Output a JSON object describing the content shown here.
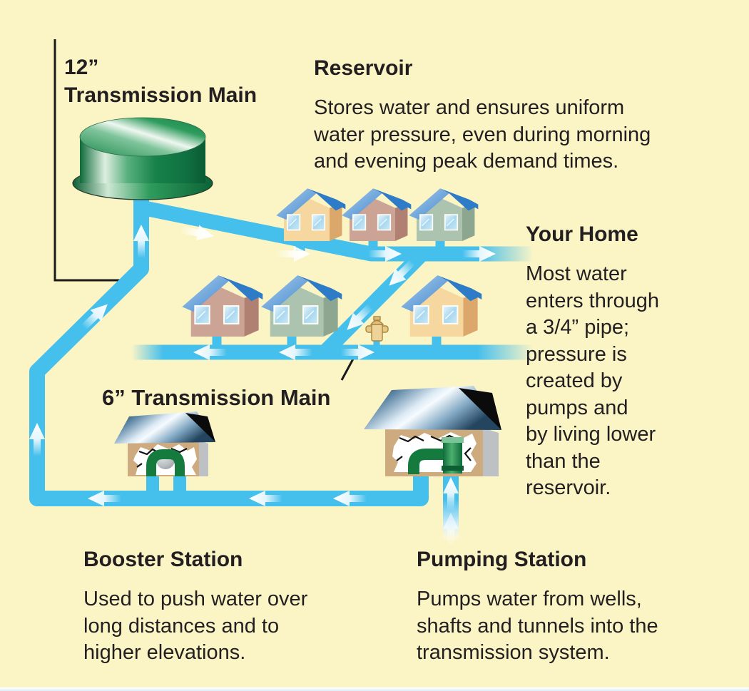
{
  "diagram_title": "Water transmission system diagram",
  "labels": {
    "transmission_main_12": {
      "title": "12”\nTransmission Main"
    },
    "reservoir": {
      "title": "Reservoir",
      "body": "Stores water and ensures uniform\nwater pressure, even during morning\nand evening peak demand times."
    },
    "your_home": {
      "title": "Your Home",
      "body": "Most water\nenters through\na 3/4” pipe;\npressure is\ncreated by\npumps and\nby living lower\nthan the\nreservoir."
    },
    "transmission_main_6": {
      "title": "6” Transmission Main"
    },
    "booster_station": {
      "title": "Booster Station",
      "body": "Used to push water over\nlong distances and to\nhigher elevations."
    },
    "pumping_station": {
      "title": "Pumping Station",
      "body": "Pumps water from wells,\nshafts and tunnels into the\ntransmission system."
    }
  },
  "palette": {
    "background": "#FBF5C6",
    "pipe_blue": "#45BFEC",
    "roof_blue": "#2E7BC8",
    "tank_green": "#17824A",
    "pump_green": "#157A3E",
    "station_wall_tan": "#CDAB7E",
    "house_tan": "#F6D7A0",
    "house_mauve": "#CCA496",
    "house_green": "#ACC3B0",
    "text": "#231F20"
  },
  "flow_arrow_color": "#FFFFFF",
  "flow_directions": {
    "bottom_main": "left",
    "left_riser": "up",
    "reservoir_feed": "up",
    "upper_street_main": "right",
    "cross_connector": "down-left",
    "lower_street_main": "left-and-right",
    "well_supply": "up"
  }
}
